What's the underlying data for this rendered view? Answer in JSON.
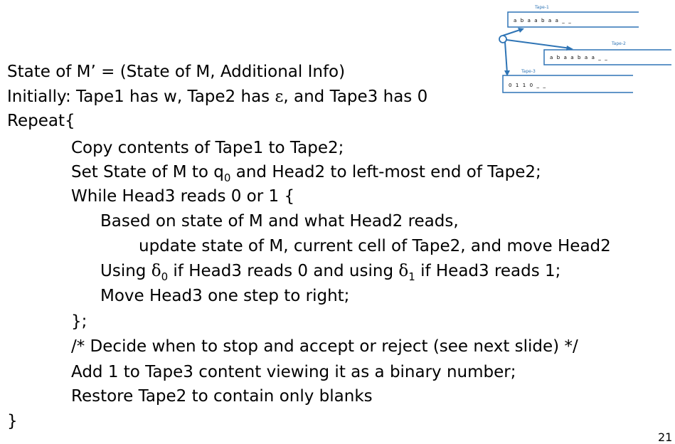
{
  "diagram": {
    "tape1": {
      "label": "Tape-1",
      "content": "a b a a b a a _ _"
    },
    "tape2": {
      "label": "Tape-2",
      "content": "a b a a b a a _ _"
    },
    "tape3": {
      "label": "Tape-3",
      "content": "0 1 1 0 _ _"
    },
    "colors": {
      "tape_border": "#2e74b5",
      "arrow": "#2e74b5"
    }
  },
  "lines": {
    "l1": "State of M’ = (State of M,  Additional Info)",
    "l2a": "Initially: Tape1 has w, Tape2 has ",
    "l2eps": "ε",
    "l2b": ", and Tape3 has 0",
    "l3": "Repeat{",
    "l4": "Copy contents of Tape1 to Tape2;",
    "l5a": "Set State of M to q",
    "l5sub": "0",
    "l5b": " and Head2 to left-most end of Tape2;",
    "l6": "While Head3 reads 0 or 1 {",
    "l7": "Based on state of M and what Head2 reads,",
    "l8": "update state of M, current cell of Tape2, and move Head2",
    "l9a": "Using ",
    "l9d0": "δ",
    "l9s0": "0",
    "l9b": " if Head3 reads 0 and using ",
    "l9d1": "δ",
    "l9s1": "1",
    "l9c": " if Head3 reads 1;",
    "l10": "Move Head3 one step to right;",
    "l11": "};",
    "l12": "/* Decide when to stop and accept or reject (see next slide) */",
    "l13": "Add 1 to Tape3 content viewing it as a binary number;",
    "l14": "Restore Tape2 to contain only blanks",
    "l15": "}"
  },
  "page_number": "21"
}
